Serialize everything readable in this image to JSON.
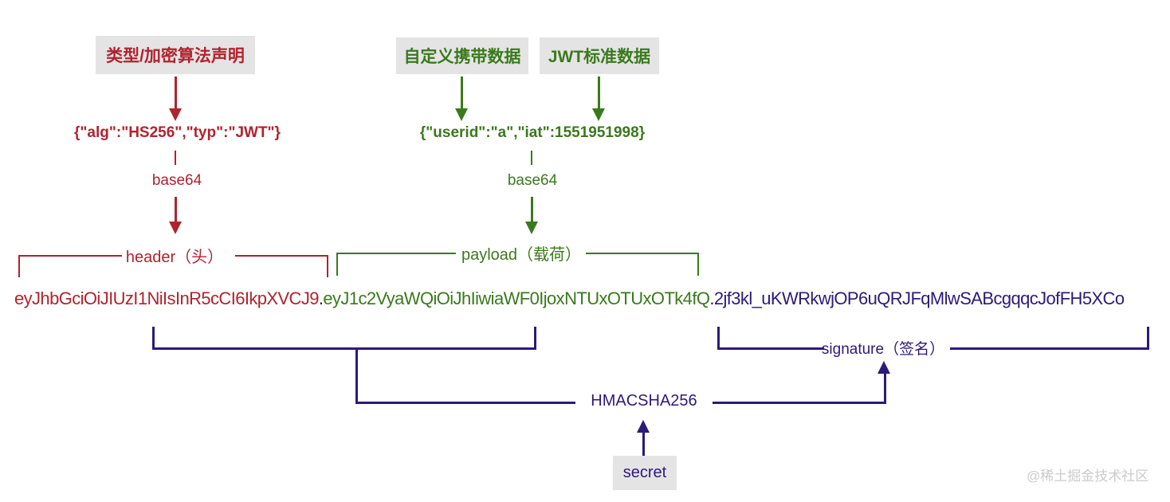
{
  "colors": {
    "header_red": "#b0232e",
    "payload_green": "#3a7a1c",
    "signature_purple": "#2d1a78",
    "label_box_bg": "#e5e4e4",
    "separator_dot": "#1d1d1d",
    "watermark_gray": "#cbcbcb"
  },
  "top_labels": {
    "header_algo": "类型/加密算法声明",
    "custom_data": "自定义携带数据",
    "jwt_std": "JWT标准数据"
  },
  "json_values": {
    "header_json": "{\"alg\":\"HS256\",\"typ\":\"JWT\"}",
    "payload_json": "{\"userid\":\"a\",\"iat\":1551951998}"
  },
  "encode_steps": {
    "header_base64": "base64",
    "payload_base64": "base64"
  },
  "brackets": {
    "header": "header（头）",
    "payload": "payload（载荷）",
    "signature": "signature（签名）"
  },
  "token": {
    "header_part": "eyJhbGciOiJIUzI1NiIsInR5cCI6IkpXVCJ9",
    "dot1": ".",
    "payload_part": "eyJ1c2VyaWQiOiJhIiwiaWF0IjoxNTUxOTUxOTk4fQ",
    "dot2": ".",
    "signature_part": "2jf3kl_uKWRkwjOP6uQRJFqMlwSABcgqqcJofFH5XCo"
  },
  "hmac": {
    "algorithm": "HMACSHA256",
    "secret_label": "secret"
  },
  "watermark": "@稀土掘金技术社区"
}
